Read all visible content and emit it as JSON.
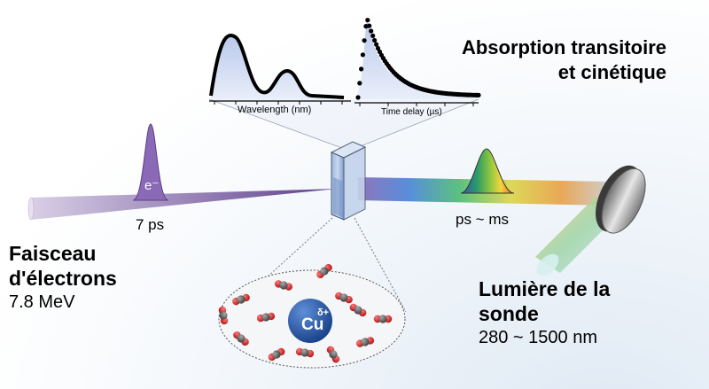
{
  "absorption_title": [
    "Absorption transitoire",
    "et cinétique"
  ],
  "beam": {
    "title": [
      "Faisceau",
      "d'électrons"
    ],
    "energy": "7.8 MeV",
    "pulse_symbol": "e⁻",
    "pulse_duration": "7 ps"
  },
  "probe": {
    "title": [
      "Lumière de la",
      "sonde"
    ],
    "range": "280 ~ 1500 nm",
    "duration": "ps ~ ms"
  },
  "spectrum_plot": {
    "xlabel": "Wavelength (nm)"
  },
  "kinetics_plot": {
    "xlabel": "Time delay (µs)"
  },
  "ion": {
    "symbol": "Cu",
    "charge": "δ+"
  },
  "colors": {
    "electron_beam": "#7a5aa6",
    "ion": "#1f4f9e",
    "oxygen": "#d41e1e",
    "carbon": "#5a5a5a"
  }
}
